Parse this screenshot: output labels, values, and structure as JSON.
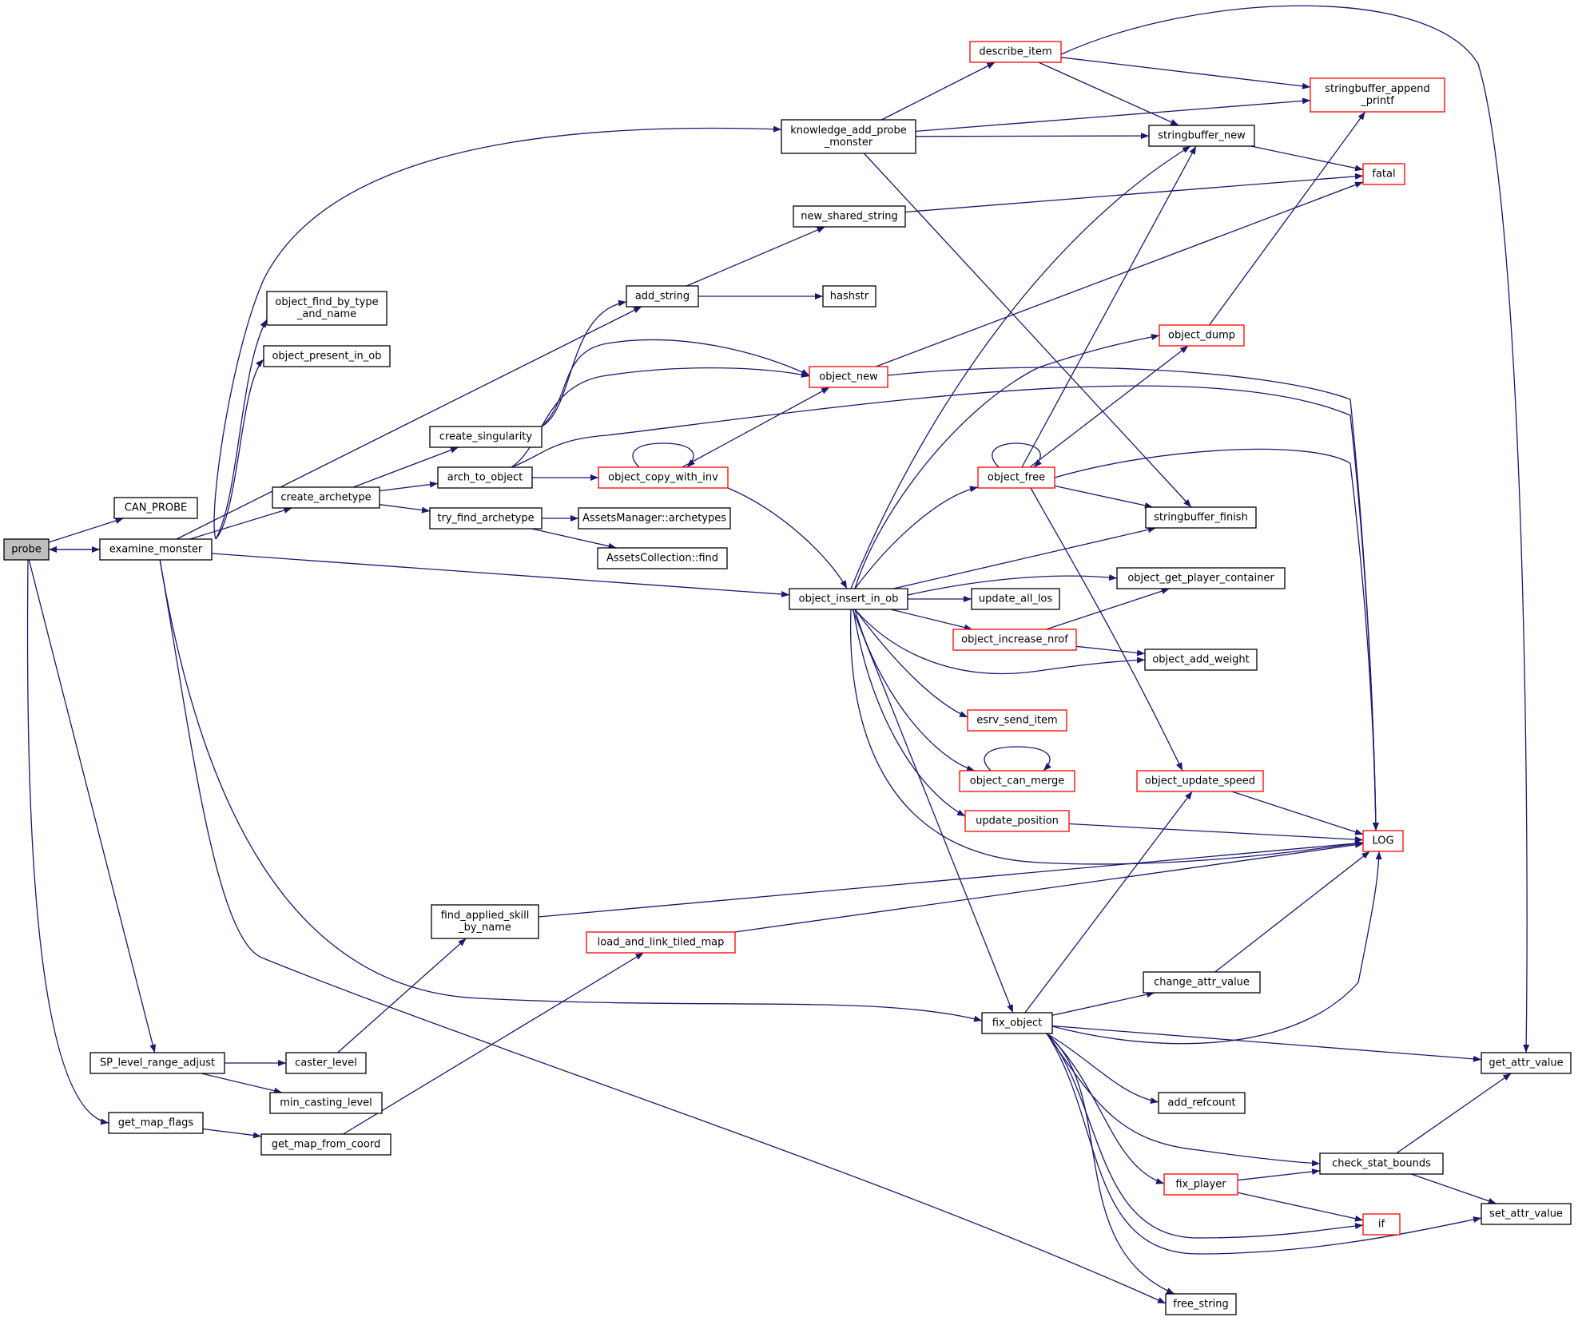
{
  "nodes": {
    "probe": {
      "label": [
        "probe"
      ],
      "style": "root"
    },
    "can_probe": {
      "label": [
        "CAN_PROBE"
      ],
      "style": "black"
    },
    "examine_monster": {
      "label": [
        "examine_monster"
      ],
      "style": "black"
    },
    "sp_level_range_adjust": {
      "label": [
        "SP_level_range_adjust"
      ],
      "style": "black"
    },
    "get_map_flags": {
      "label": [
        "get_map_flags"
      ],
      "style": "black"
    },
    "object_find_by_type": {
      "label": [
        "object_find_by_type",
        "_and_name"
      ],
      "style": "black"
    },
    "object_present_in_ob": {
      "label": [
        "object_present_in_ob"
      ],
      "style": "black"
    },
    "create_archetype": {
      "label": [
        "create_archetype"
      ],
      "style": "black"
    },
    "create_singularity": {
      "label": [
        "create_singularity"
      ],
      "style": "black"
    },
    "arch_to_object": {
      "label": [
        "arch_to_object"
      ],
      "style": "black"
    },
    "try_find_archetype": {
      "label": [
        "try_find_archetype"
      ],
      "style": "black"
    },
    "add_string": {
      "label": [
        "add_string"
      ],
      "style": "black"
    },
    "new_shared_string": {
      "label": [
        "new_shared_string"
      ],
      "style": "black"
    },
    "hashstr": {
      "label": [
        "hashstr"
      ],
      "style": "black"
    },
    "assets_manager_archetypes": {
      "label": [
        "AssetsManager::archetypes"
      ],
      "style": "black"
    },
    "assets_collection_find": {
      "label": [
        "AssetsCollection::find"
      ],
      "style": "black"
    },
    "knowledge_add_probe_monster": {
      "label": [
        "knowledge_add_probe",
        "_monster"
      ],
      "style": "black"
    },
    "describe_item": {
      "label": [
        "describe_item"
      ],
      "style": "red"
    },
    "stringbuffer_append_printf": {
      "label": [
        "stringbuffer_append",
        "_printf"
      ],
      "style": "red"
    },
    "stringbuffer_new": {
      "label": [
        "stringbuffer_new"
      ],
      "style": "black"
    },
    "fatal": {
      "label": [
        "fatal"
      ],
      "style": "red"
    },
    "object_new": {
      "label": [
        "object_new"
      ],
      "style": "red"
    },
    "object_copy_with_inv": {
      "label": [
        "object_copy_with_inv"
      ],
      "style": "red"
    },
    "object_dump": {
      "label": [
        "object_dump"
      ],
      "style": "red"
    },
    "object_free": {
      "label": [
        "object_free"
      ],
      "style": "red"
    },
    "stringbuffer_finish": {
      "label": [
        "stringbuffer_finish"
      ],
      "style": "black"
    },
    "object_insert_in_ob": {
      "label": [
        "object_insert_in_ob"
      ],
      "style": "black"
    },
    "object_get_player_container": {
      "label": [
        "object_get_player_container"
      ],
      "style": "black"
    },
    "update_all_los": {
      "label": [
        "update_all_los"
      ],
      "style": "black"
    },
    "object_increase_nrof": {
      "label": [
        "object_increase_nrof"
      ],
      "style": "red"
    },
    "object_add_weight": {
      "label": [
        "object_add_weight"
      ],
      "style": "black"
    },
    "esrv_send_item": {
      "label": [
        "esrv_send_item"
      ],
      "style": "red"
    },
    "object_can_merge": {
      "label": [
        "object_can_merge"
      ],
      "style": "red"
    },
    "object_update_speed": {
      "label": [
        "object_update_speed"
      ],
      "style": "red"
    },
    "update_position": {
      "label": [
        "update_position"
      ],
      "style": "red"
    },
    "log": {
      "label": [
        "LOG"
      ],
      "style": "red"
    },
    "find_applied_skill_by_name": {
      "label": [
        "find_applied_skill",
        "_by_name"
      ],
      "style": "black"
    },
    "load_and_link_tiled_map": {
      "label": [
        "load_and_link_tiled_map"
      ],
      "style": "red"
    },
    "change_attr_value": {
      "label": [
        "change_attr_value"
      ],
      "style": "black"
    },
    "fix_object": {
      "label": [
        "fix_object"
      ],
      "style": "black"
    },
    "caster_level": {
      "label": [
        "caster_level"
      ],
      "style": "black"
    },
    "min_casting_level": {
      "label": [
        "min_casting_level"
      ],
      "style": "black"
    },
    "get_map_from_coord": {
      "label": [
        "get_map_from_coord"
      ],
      "style": "black"
    },
    "get_attr_value": {
      "label": [
        "get_attr_value"
      ],
      "style": "black"
    },
    "add_refcount": {
      "label": [
        "add_refcount"
      ],
      "style": "black"
    },
    "check_stat_bounds": {
      "label": [
        "check_stat_bounds"
      ],
      "style": "black"
    },
    "fix_player": {
      "label": [
        "fix_player"
      ],
      "style": "red"
    },
    "if": {
      "label": [
        "if"
      ],
      "style": "red"
    },
    "set_attr_value": {
      "label": [
        "set_attr_value"
      ],
      "style": "black"
    },
    "free_string": {
      "label": [
        "free_string"
      ],
      "style": "black"
    }
  },
  "edges": [
    [
      "probe",
      "can_probe"
    ],
    [
      "probe",
      "examine_monster"
    ],
    [
      "probe",
      "sp_level_range_adjust"
    ],
    [
      "probe",
      "get_map_flags"
    ],
    [
      "examine_monster",
      "probe"
    ],
    [
      "examine_monster",
      "knowledge_add_probe_monster"
    ],
    [
      "examine_monster",
      "object_find_by_type"
    ],
    [
      "examine_monster",
      "object_present_in_ob"
    ],
    [
      "examine_monster",
      "add_string"
    ],
    [
      "examine_monster",
      "create_archetype"
    ],
    [
      "examine_monster",
      "object_insert_in_ob"
    ],
    [
      "examine_monster",
      "fix_object"
    ],
    [
      "examine_monster",
      "free_string"
    ],
    [
      "create_archetype",
      "create_singularity"
    ],
    [
      "create_archetype",
      "arch_to_object"
    ],
    [
      "create_archetype",
      "try_find_archetype"
    ],
    [
      "create_singularity",
      "add_string"
    ],
    [
      "create_singularity",
      "object_new"
    ],
    [
      "arch_to_object",
      "object_new"
    ],
    [
      "arch_to_object",
      "log"
    ],
    [
      "arch_to_object",
      "object_copy_with_inv"
    ],
    [
      "try_find_archetype",
      "assets_manager_archetypes"
    ],
    [
      "try_find_archetype",
      "assets_collection_find"
    ],
    [
      "add_string",
      "new_shared_string"
    ],
    [
      "add_string",
      "hashstr"
    ],
    [
      "new_shared_string",
      "fatal"
    ],
    [
      "knowledge_add_probe_monster",
      "describe_item"
    ],
    [
      "knowledge_add_probe_monster",
      "stringbuffer_append_printf"
    ],
    [
      "knowledge_add_probe_monster",
      "stringbuffer_new"
    ],
    [
      "knowledge_add_probe_monster",
      "stringbuffer_finish"
    ],
    [
      "describe_item",
      "stringbuffer_append_printf"
    ],
    [
      "describe_item",
      "stringbuffer_new"
    ],
    [
      "describe_item",
      "get_attr_value"
    ],
    [
      "stringbuffer_new",
      "fatal"
    ],
    [
      "object_new",
      "fatal"
    ],
    [
      "object_new",
      "log"
    ],
    [
      "object_copy_with_inv",
      "object_copy_with_inv"
    ],
    [
      "object_copy_with_inv",
      "object_new"
    ],
    [
      "object_copy_with_inv",
      "object_insert_in_ob"
    ],
    [
      "object_dump",
      "stringbuffer_append_printf"
    ],
    [
      "object_free",
      "object_free"
    ],
    [
      "object_free",
      "object_dump"
    ],
    [
      "object_free",
      "stringbuffer_new"
    ],
    [
      "object_free",
      "stringbuffer_finish"
    ],
    [
      "object_free",
      "log"
    ],
    [
      "object_free",
      "object_update_speed"
    ],
    [
      "object_insert_in_ob",
      "stringbuffer_new"
    ],
    [
      "object_insert_in_ob",
      "object_dump"
    ],
    [
      "object_insert_in_ob",
      "object_free"
    ],
    [
      "object_insert_in_ob",
      "stringbuffer_finish"
    ],
    [
      "object_insert_in_ob",
      "object_get_player_container"
    ],
    [
      "object_insert_in_ob",
      "update_all_los"
    ],
    [
      "object_insert_in_ob",
      "object_increase_nrof"
    ],
    [
      "object_insert_in_ob",
      "object_add_weight"
    ],
    [
      "object_insert_in_ob",
      "esrv_send_item"
    ],
    [
      "object_insert_in_ob",
      "object_can_merge"
    ],
    [
      "object_insert_in_ob",
      "update_position"
    ],
    [
      "object_insert_in_ob",
      "log"
    ],
    [
      "object_insert_in_ob",
      "fix_object"
    ],
    [
      "object_increase_nrof",
      "object_get_player_container"
    ],
    [
      "object_increase_nrof",
      "object_add_weight"
    ],
    [
      "object_can_merge",
      "object_can_merge"
    ],
    [
      "object_update_speed",
      "log"
    ],
    [
      "update_position",
      "log"
    ],
    [
      "find_applied_skill_by_name",
      "log"
    ],
    [
      "load_and_link_tiled_map",
      "log"
    ],
    [
      "change_attr_value",
      "log"
    ],
    [
      "fix_object",
      "object_update_speed"
    ],
    [
      "fix_object",
      "change_attr_value"
    ],
    [
      "fix_object",
      "log"
    ],
    [
      "fix_object",
      "get_attr_value"
    ],
    [
      "fix_object",
      "add_refcount"
    ],
    [
      "fix_object",
      "check_stat_bounds"
    ],
    [
      "fix_object",
      "fix_player"
    ],
    [
      "fix_object",
      "if"
    ],
    [
      "fix_object",
      "set_attr_value"
    ],
    [
      "fix_object",
      "free_string"
    ],
    [
      "sp_level_range_adjust",
      "caster_level"
    ],
    [
      "sp_level_range_adjust",
      "min_casting_level"
    ],
    [
      "caster_level",
      "find_applied_skill_by_name"
    ],
    [
      "get_map_flags",
      "get_map_from_coord"
    ],
    [
      "get_map_from_coord",
      "load_and_link_tiled_map"
    ],
    [
      "check_stat_bounds",
      "get_attr_value"
    ],
    [
      "check_stat_bounds",
      "set_attr_value"
    ],
    [
      "fix_player",
      "check_stat_bounds"
    ],
    [
      "fix_player",
      "if"
    ]
  ],
  "colors": {
    "edge": "#191970",
    "black_border": "#000000",
    "red_border": "#ff0000",
    "root_fill": "#bfbfbf"
  }
}
